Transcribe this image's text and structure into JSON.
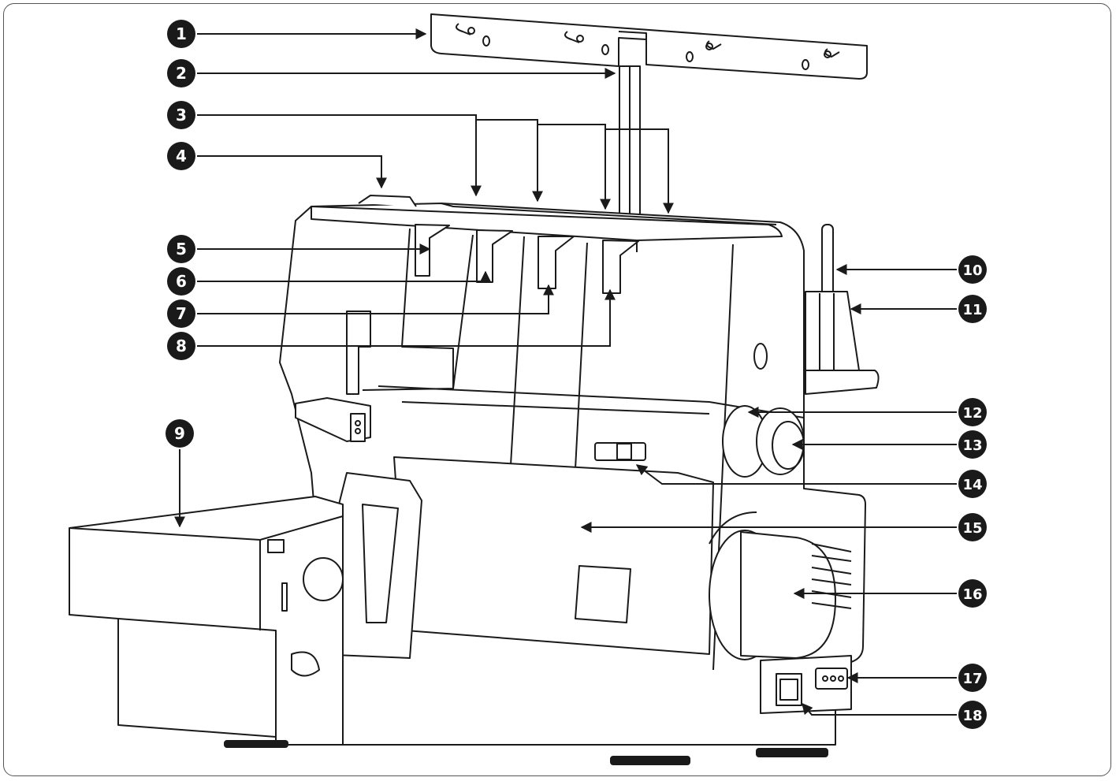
{
  "callouts": [
    {
      "num": "1"
    },
    {
      "num": "2"
    },
    {
      "num": "3"
    },
    {
      "num": "4"
    },
    {
      "num": "5"
    },
    {
      "num": "6"
    },
    {
      "num": "7"
    },
    {
      "num": "8"
    },
    {
      "num": "9"
    },
    {
      "num": "10"
    },
    {
      "num": "11"
    },
    {
      "num": "12"
    },
    {
      "num": "13"
    },
    {
      "num": "14"
    },
    {
      "num": "15"
    },
    {
      "num": "16"
    },
    {
      "num": "17"
    },
    {
      "num": "18"
    }
  ],
  "colors": {
    "ink": "#1a1a1a",
    "paper": "#ffffff",
    "frame": "#555555"
  }
}
